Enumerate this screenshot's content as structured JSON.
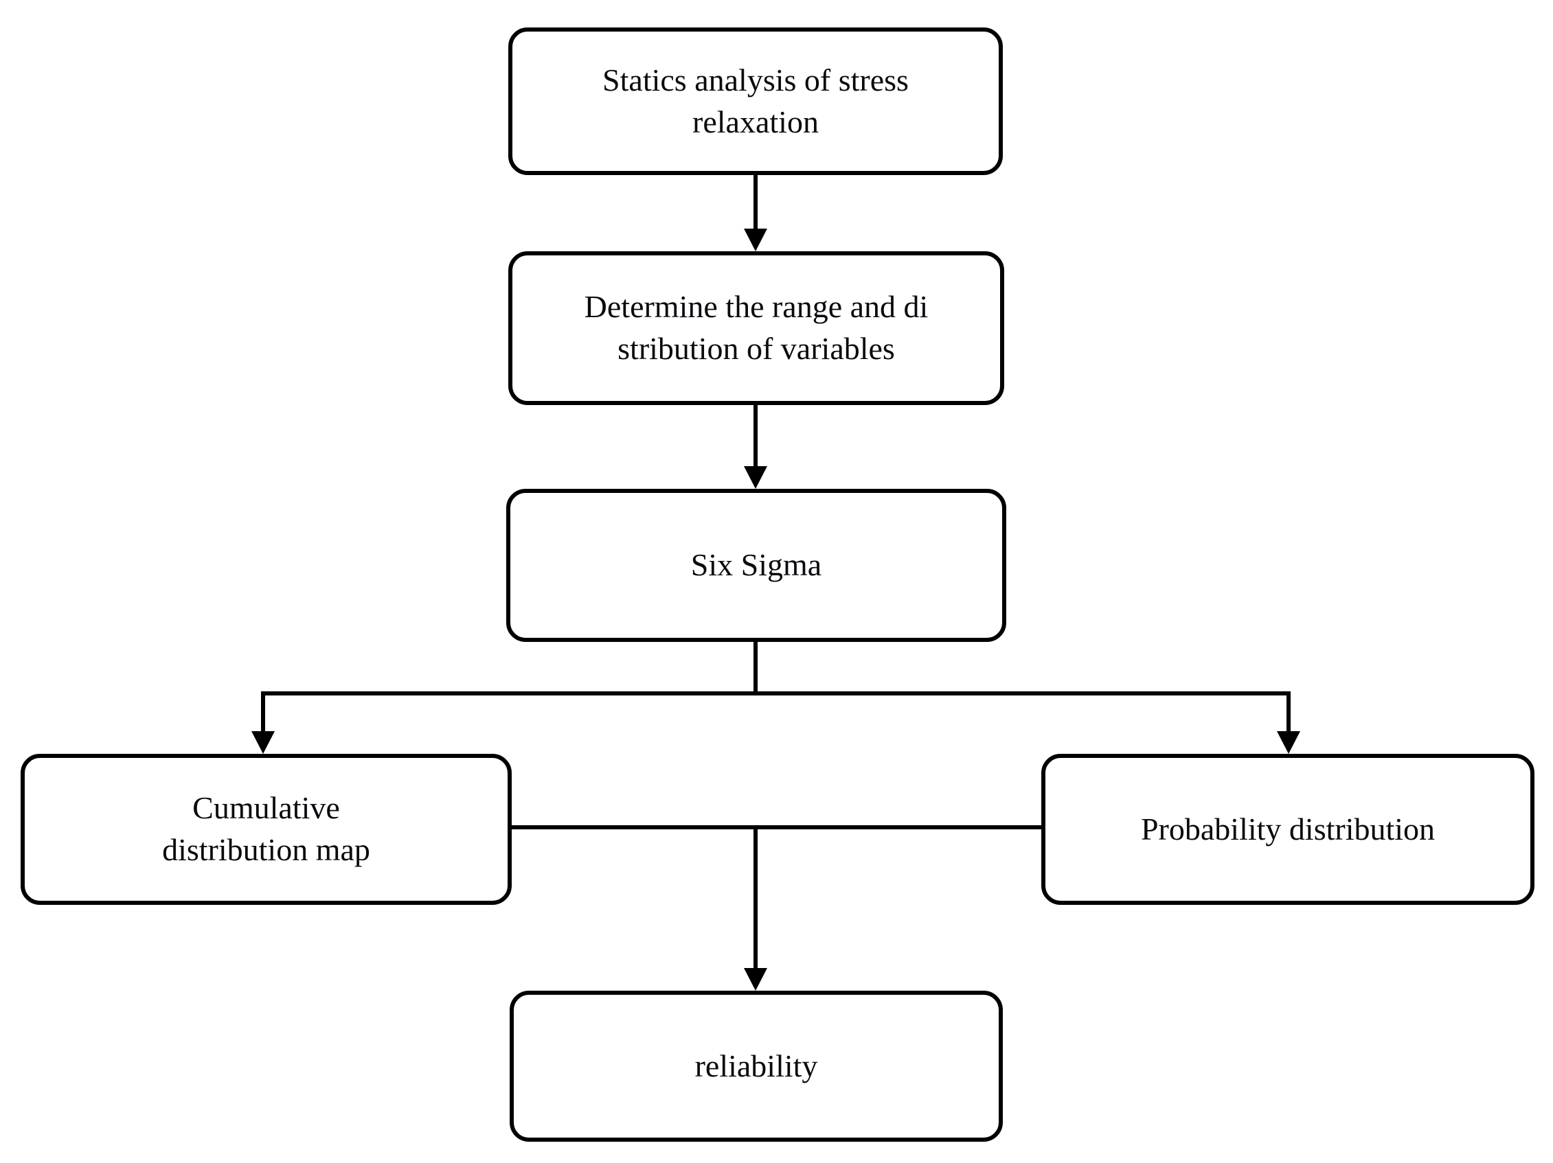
{
  "diagram": {
    "type": "flowchart",
    "colors": {
      "background": "#ffffff",
      "node_fill": "#ffffff",
      "stroke": "#000000",
      "text": "#0a0a0f"
    },
    "nodes": {
      "statics_analysis": {
        "label": "Statics analysis of stress relaxation",
        "lines": [
          "Statics analysis of stress",
          "relaxation"
        ]
      },
      "determine_range": {
        "label": "Determine the range and distribution of variables",
        "lines": [
          "Determine the range and di",
          "stribution of variables"
        ]
      },
      "six_sigma": {
        "label": "Six Sigma",
        "lines": [
          "Six Sigma"
        ]
      },
      "cumulative_distribution_map": {
        "label": "Cumulative distribution map",
        "lines": [
          "Cumulative",
          "distribution map"
        ]
      },
      "probability_distribution": {
        "label": "Probability distribution",
        "lines": [
          "Probability distribution"
        ]
      },
      "reliability": {
        "label": "reliability",
        "lines": [
          "reliability"
        ]
      }
    },
    "edges": [
      {
        "from": "statics_analysis",
        "to": "determine_range",
        "type": "arrow"
      },
      {
        "from": "determine_range",
        "to": "six_sigma",
        "type": "arrow"
      },
      {
        "from": "six_sigma",
        "to": "cumulative_distribution_map",
        "type": "arrow"
      },
      {
        "from": "six_sigma",
        "to": "probability_distribution",
        "type": "arrow"
      },
      {
        "from": "cumulative_distribution_map",
        "to": "reliability",
        "type": "arrow"
      },
      {
        "from": "probability_distribution",
        "to": "reliability",
        "type": "arrow"
      }
    ]
  }
}
